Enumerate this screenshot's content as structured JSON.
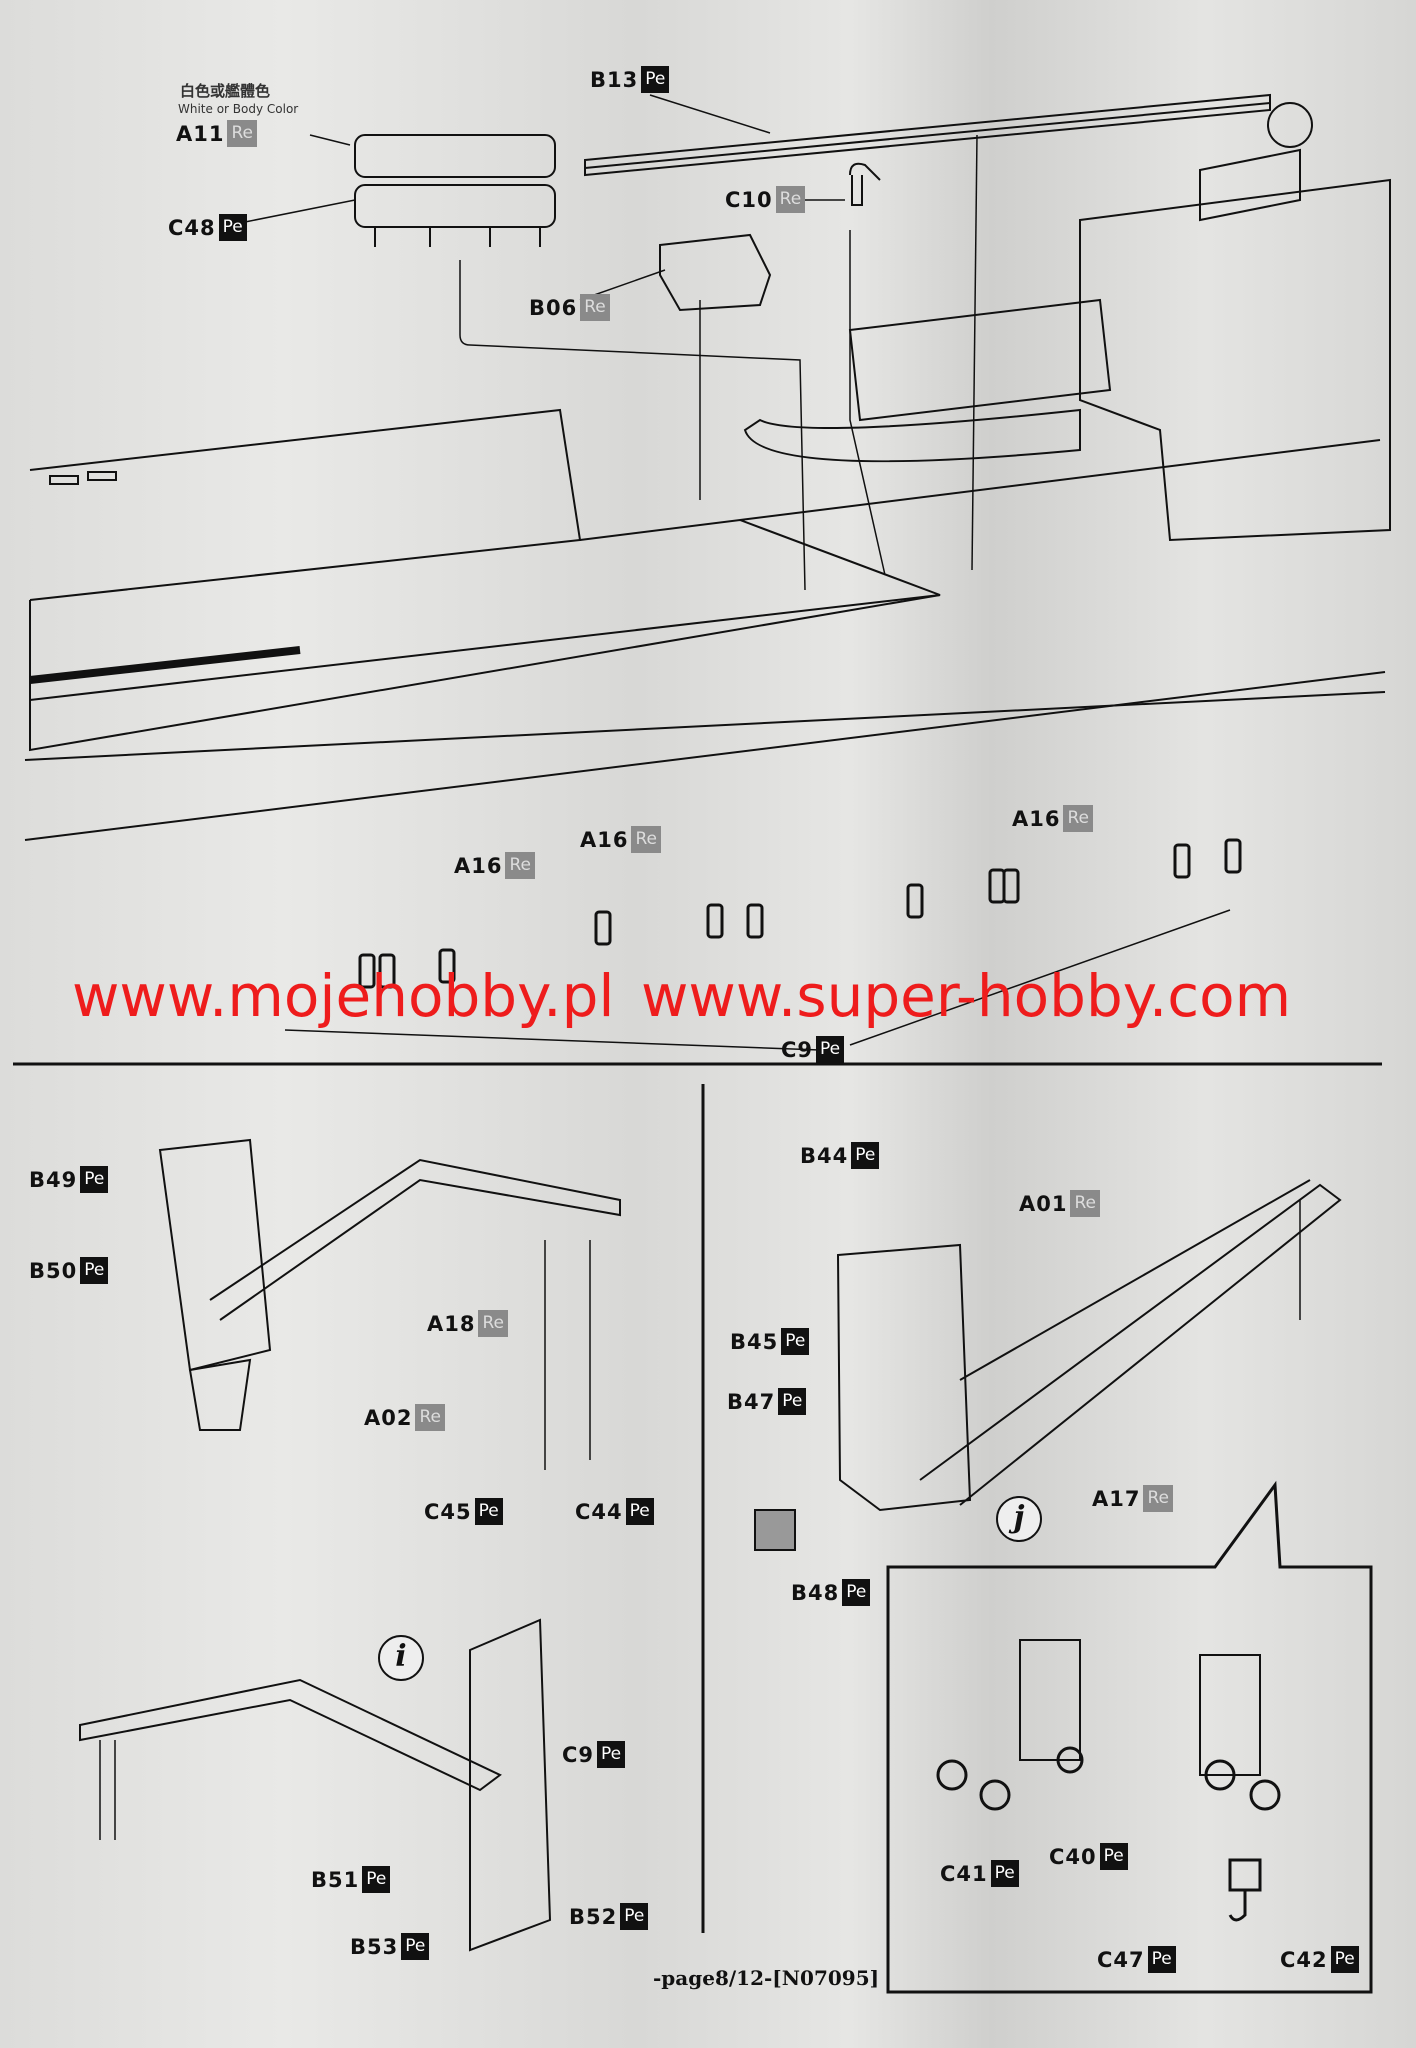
{
  "page": {
    "footer": "-page8/12-[N07095]"
  },
  "color_note": {
    "chinese": "白色或艦體色",
    "english": "White or Body Color"
  },
  "watermark": "www.mojehobby.pl www.super-hobby.com",
  "steps": {
    "i": "i",
    "j": "j"
  },
  "parts": [
    {
      "id": "A11",
      "material": "Re"
    },
    {
      "id": "C48",
      "material": "Pe"
    },
    {
      "id": "B13",
      "material": "Pe"
    },
    {
      "id": "C10",
      "material": "Re"
    },
    {
      "id": "B06",
      "material": "Re"
    },
    {
      "id": "A16",
      "material": "Re"
    },
    {
      "id": "A16",
      "material": "Re"
    },
    {
      "id": "A16",
      "material": "Re"
    },
    {
      "id": "C9",
      "material": "Pe"
    },
    {
      "id": "B49",
      "material": "Pe"
    },
    {
      "id": "B50",
      "material": "Pe"
    },
    {
      "id": "A18",
      "material": "Re"
    },
    {
      "id": "A02",
      "material": "Re"
    },
    {
      "id": "C45",
      "material": "Pe"
    },
    {
      "id": "C44",
      "material": "Pe"
    },
    {
      "id": "C9",
      "material": "Pe"
    },
    {
      "id": "B51",
      "material": "Pe"
    },
    {
      "id": "B52",
      "material": "Pe"
    },
    {
      "id": "B53",
      "material": "Pe"
    },
    {
      "id": "B44",
      "material": "Pe"
    },
    {
      "id": "A01",
      "material": "Re"
    },
    {
      "id": "B45",
      "material": "Pe"
    },
    {
      "id": "B47",
      "material": "Pe"
    },
    {
      "id": "A17",
      "material": "Re"
    },
    {
      "id": "B48",
      "material": "Pe"
    },
    {
      "id": "C41",
      "material": "Pe"
    },
    {
      "id": "C40",
      "material": "Pe"
    },
    {
      "id": "C47",
      "material": "Pe"
    },
    {
      "id": "C42",
      "material": "Pe"
    }
  ]
}
